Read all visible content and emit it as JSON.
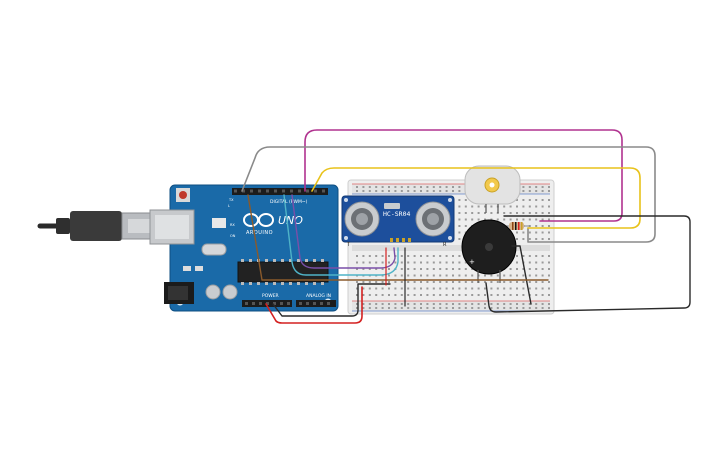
{
  "arduino": {
    "brand_text": "ARDUINO",
    "model_text": "UNO",
    "digital_header_label": "DIGITAL (PWM~)",
    "power_header_label": "POWER",
    "analog_header_label": "ANALOG IN",
    "tx_label": "TX",
    "rx_label": "RX",
    "l_label": "L",
    "on_label": "ON"
  },
  "sensor": {
    "model_label": "HC-SR04",
    "t_label": "T",
    "r_label": "R"
  },
  "buzzer": {
    "plus_label": "+"
  },
  "colors": {
    "board_blue": "#1a6aa8",
    "wire_magenta": "#b0328f",
    "wire_gray": "#8a8a8a",
    "wire_yellow": "#e8c21a",
    "wire_black": "#2a2a2a",
    "wire_red": "#d42020",
    "wire_cyan": "#4fb3c7",
    "wire_brown": "#8a5a2b",
    "wire_purple": "#7a4fa8"
  }
}
